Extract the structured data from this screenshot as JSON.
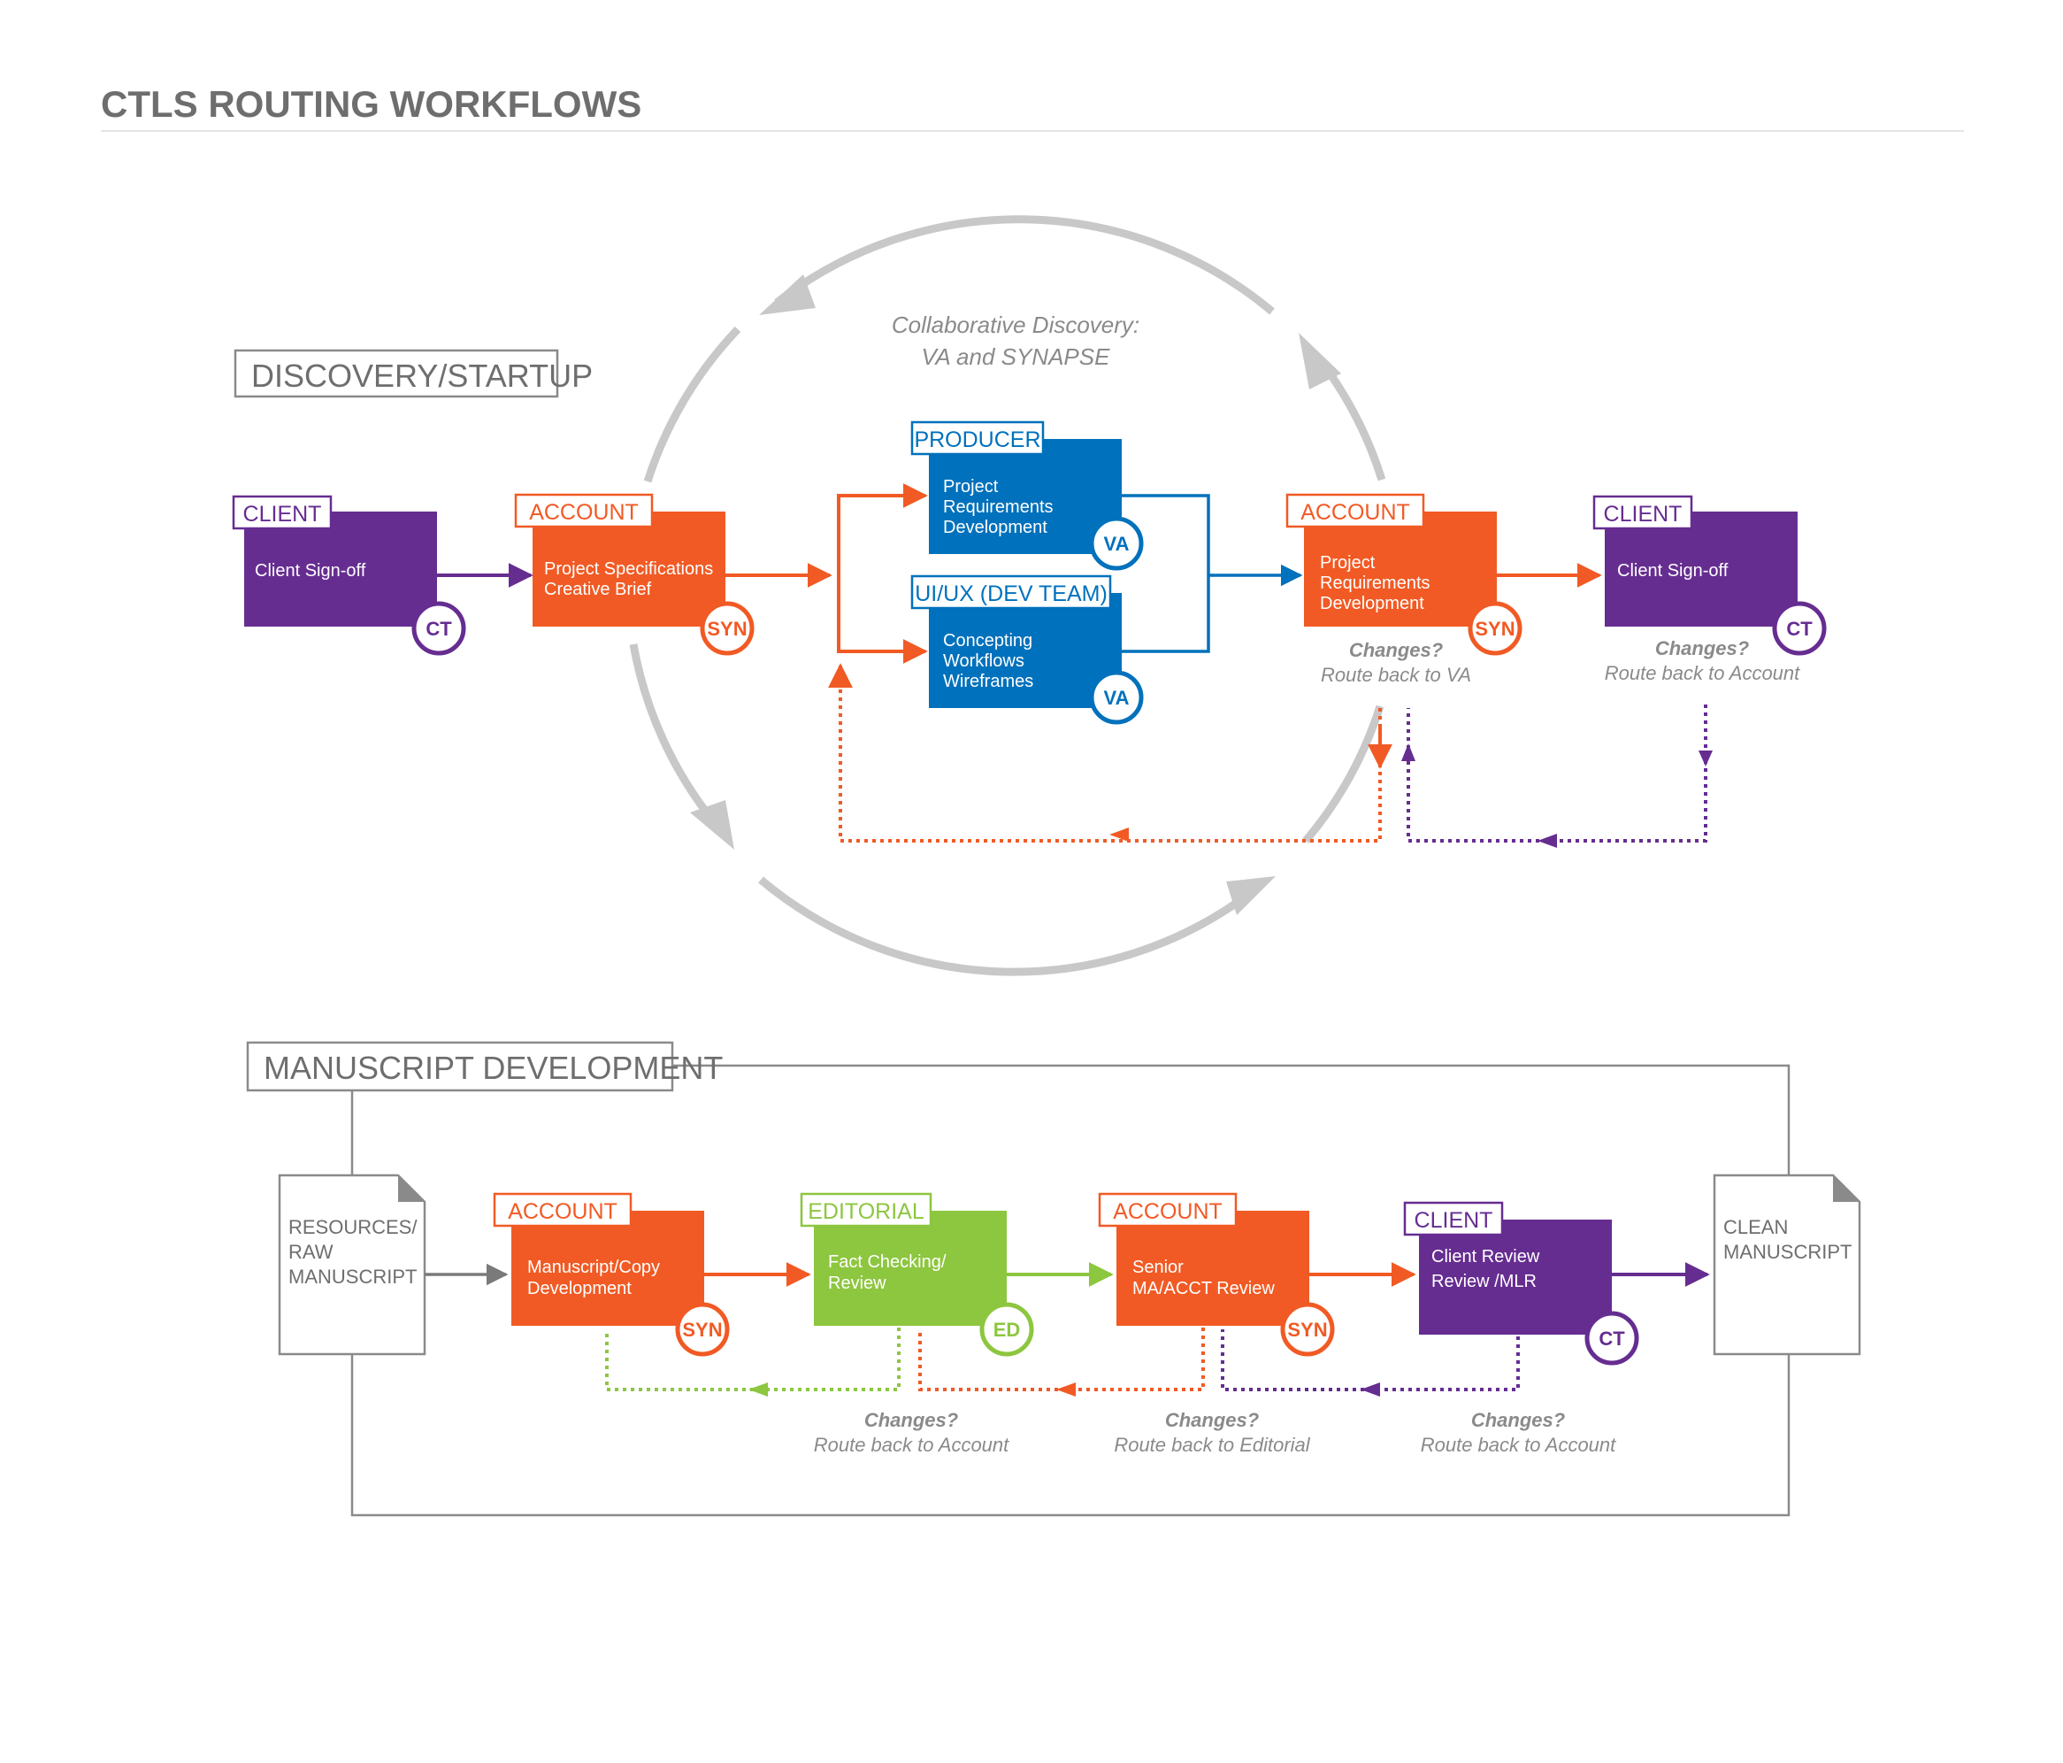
{
  "title": "CTLS ROUTING WORKFLOWS",
  "colors": {
    "client": "#662d91",
    "account": "#f15a24",
    "producer": "#0071bc",
    "editorial": "#8dc63f",
    "gray": "#c8c8c8",
    "text_gray": "#6e6e6e"
  },
  "discovery": {
    "section_label": "DISCOVERY/STARTUP",
    "collab_line1": "Collaborative Discovery:",
    "collab_line2": "VA and SYNAPSE",
    "client1": {
      "tag": "CLIENT",
      "lines": [
        "Client Sign-off"
      ],
      "badge": "CT"
    },
    "account1": {
      "tag": "ACCOUNT",
      "lines": [
        "Project Specifications",
        "Creative Brief"
      ],
      "badge": "SYN"
    },
    "producer": {
      "tag": "PRODUCER",
      "lines": [
        "Project",
        "Requirements",
        "Development"
      ],
      "badge": "VA"
    },
    "uiux": {
      "tag": "UI/UX (DEV TEAM)",
      "lines": [
        "Concepting",
        "Workflows",
        "Wireframes"
      ],
      "badge": "VA"
    },
    "account2": {
      "tag": "ACCOUNT",
      "lines": [
        "Project",
        "Requirements",
        "Development"
      ],
      "badge": "SYN"
    },
    "client2": {
      "tag": "CLIENT",
      "lines": [
        "Client Sign-off"
      ],
      "badge": "CT"
    },
    "note1": {
      "bold": "Changes?",
      "text": "Route back to VA"
    },
    "note2": {
      "bold": "Changes?",
      "text": "Route back to Account"
    }
  },
  "manuscript": {
    "section_label": "MANUSCRIPT DEVELOPMENT",
    "resources_doc": [
      "RESOURCES/",
      "RAW",
      "MANUSCRIPT"
    ],
    "clean_doc": [
      "CLEAN",
      "MANUSCRIPT"
    ],
    "account1": {
      "tag": "ACCOUNT",
      "lines": [
        "Manuscript/Copy",
        "Development"
      ],
      "badge": "SYN"
    },
    "editorial": {
      "tag": "EDITORIAL",
      "lines": [
        "Fact Checking/",
        "Review"
      ],
      "badge": "ED"
    },
    "account2": {
      "tag": "ACCOUNT",
      "lines": [
        "Senior",
        "MA/ACCT Review"
      ],
      "badge": "SYN"
    },
    "client": {
      "tag": "CLIENT",
      "lines": [
        "Client Review",
        "Review /MLR"
      ],
      "badge": "CT"
    },
    "note1": {
      "bold": "Changes?",
      "text": "Route back to Account"
    },
    "note2": {
      "bold": "Changes?",
      "text": "Route back to Editorial"
    },
    "note3": {
      "bold": "Changes?",
      "text": "Route back to Account"
    }
  }
}
